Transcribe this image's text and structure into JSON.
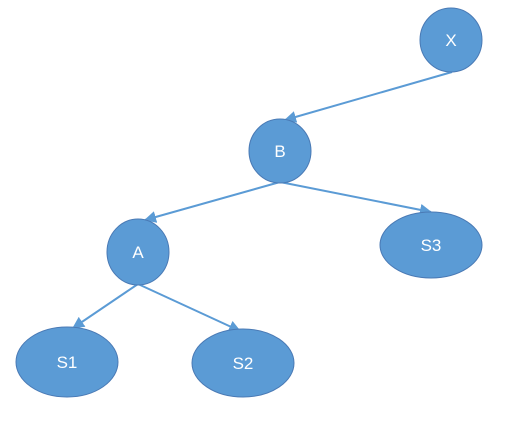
{
  "colors": {
    "node_fill": "#5b9bd5",
    "edge": "#5b9bd5",
    "label": "#ffffff",
    "background": "#ffffff"
  },
  "nodes": [
    {
      "id": "X",
      "label": "X"
    },
    {
      "id": "B",
      "label": "B"
    },
    {
      "id": "A",
      "label": "A"
    },
    {
      "id": "S3",
      "label": "S3"
    },
    {
      "id": "S1",
      "label": "S1"
    },
    {
      "id": "S2",
      "label": "S2"
    }
  ],
  "edges": [
    {
      "from": "X",
      "to": "B"
    },
    {
      "from": "B",
      "to": "A"
    },
    {
      "from": "B",
      "to": "S3"
    },
    {
      "from": "A",
      "to": "S1"
    },
    {
      "from": "A",
      "to": "S2"
    }
  ]
}
